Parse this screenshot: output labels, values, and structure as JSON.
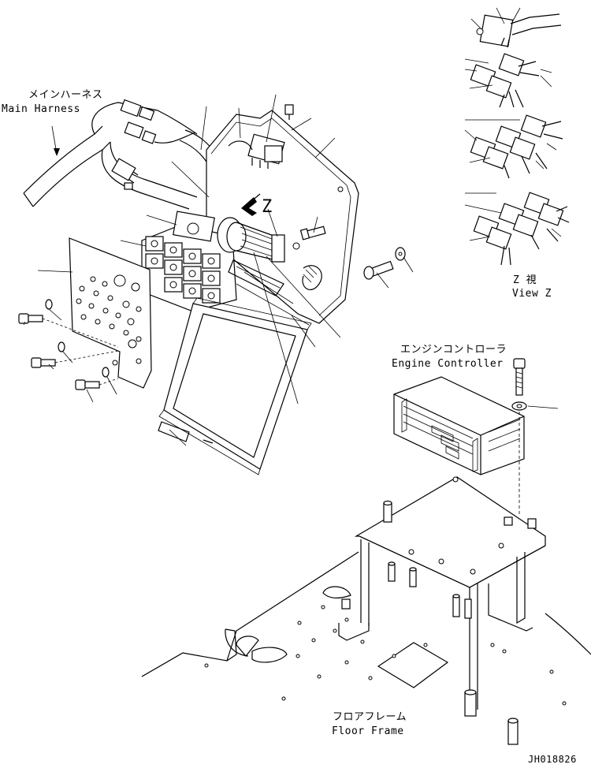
{
  "labels": {
    "main_harness_jp": "メインハーネス",
    "main_harness_en": "Main Harness",
    "view_z_jp": "Z  視",
    "view_z_en": "View Z",
    "engine_controller_jp": "エンジンコントローラ",
    "engine_controller_en": "Engine Controller",
    "floor_frame_jp": "フロアフレーム",
    "floor_frame_en": "Floor Frame",
    "view_marker": "Z",
    "drawing_number": "JH018826"
  },
  "colors": {
    "ink": "#000000",
    "paper": "#ffffff"
  }
}
